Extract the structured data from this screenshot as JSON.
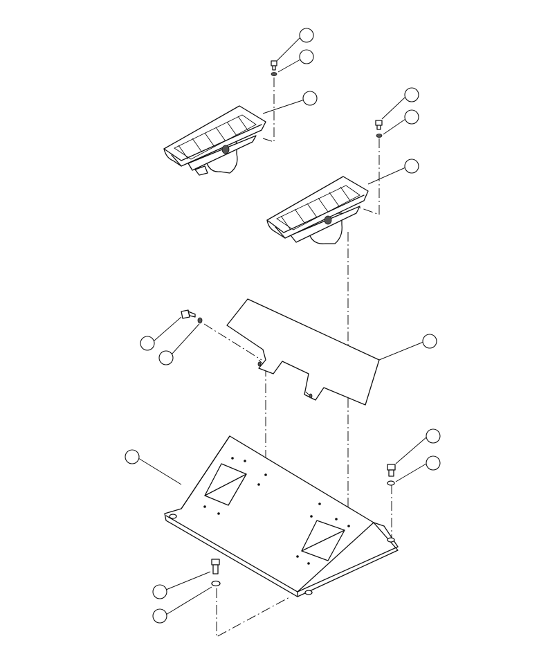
{
  "diagram": {
    "type": "exploded-parts-view",
    "line_color": "#111111",
    "background": "#ffffff",
    "balloons": [
      {
        "id": "b1",
        "label": ""
      },
      {
        "id": "b2",
        "label": ""
      },
      {
        "id": "b3",
        "label": ""
      },
      {
        "id": "b4",
        "label": ""
      },
      {
        "id": "b5",
        "label": ""
      },
      {
        "id": "b6",
        "label": ""
      },
      {
        "id": "b7",
        "label": ""
      },
      {
        "id": "b8",
        "label": ""
      },
      {
        "id": "b9",
        "label": ""
      },
      {
        "id": "b10",
        "label": ""
      },
      {
        "id": "b11",
        "label": ""
      },
      {
        "id": "b12",
        "label": ""
      },
      {
        "id": "b13",
        "label": ""
      },
      {
        "id": "b14",
        "label": ""
      },
      {
        "id": "b15",
        "label": ""
      }
    ]
  }
}
